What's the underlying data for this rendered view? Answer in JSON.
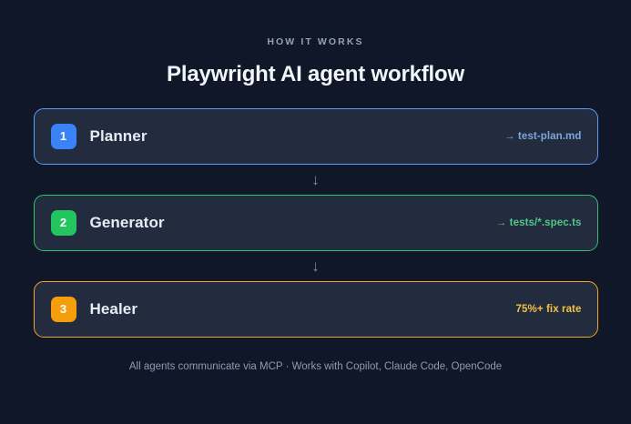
{
  "header": {
    "eyebrow": "HOW IT WORKS",
    "title": "Playwright AI agent workflow"
  },
  "flow": {
    "connector_icon": "↓",
    "steps": [
      {
        "number": "1",
        "title": "Planner",
        "meta": "→ test-plan.md",
        "accent": "blue",
        "accent_hex": "#3b82f6"
      },
      {
        "number": "2",
        "title": "Generator",
        "meta": "→ tests/*.spec.ts",
        "accent": "green",
        "accent_hex": "#22c55e"
      },
      {
        "number": "3",
        "title": "Healer",
        "meta": "75%+ fix rate",
        "accent": "amber",
        "accent_hex": "#f59e0b"
      }
    ]
  },
  "footer": {
    "note": "All agents communicate via MCP · Works with Copilot, Claude Code, OpenCode"
  },
  "theme": {
    "page_background": "#101728",
    "card_background": "#222c3e",
    "muted_text": "#8e9bb3",
    "title_text": "#f1f5f9"
  }
}
